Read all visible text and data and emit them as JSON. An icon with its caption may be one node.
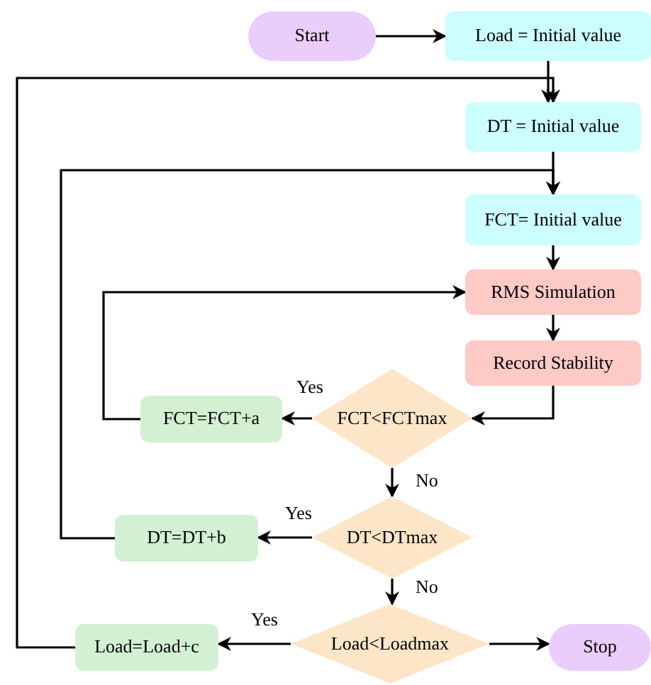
{
  "diagram": {
    "nodes": [
      {
        "text": [
          "Start"
        ]
      },
      {
        "text": [
          "Load = Initial value"
        ]
      },
      {
        "text": [
          "DT = Initial value"
        ]
      },
      {
        "text": [
          "FCT= Initial value"
        ]
      },
      {
        "text": [
          "RMS Simulation"
        ]
      },
      {
        "text": [
          "Record Stability"
        ]
      },
      {
        "text": [
          "FCT<FCTmax"
        ]
      },
      {
        "text": [
          "FCT=FCT+a"
        ]
      },
      {
        "text": [
          "DT<DTmax"
        ]
      },
      {
        "text": [
          "DT=DT+b"
        ]
      },
      {
        "text": [
          "Load<Loadmax"
        ]
      },
      {
        "text": [
          "Load=Load+c"
        ]
      },
      {
        "text": [
          "Stop"
        ]
      }
    ],
    "edges": [
      {
        "from": 0,
        "to": 1,
        "arrow": "to"
      },
      {
        "from": 1,
        "to": 2,
        "arrow": "to"
      },
      {
        "from": 2,
        "to": 3,
        "arrow": "to"
      },
      {
        "from": 3,
        "to": 4,
        "arrow": "to"
      },
      {
        "from": 4,
        "to": 5,
        "arrow": "to"
      },
      {
        "from": 5,
        "to": 6,
        "arrow": "to"
      },
      {
        "from": 6,
        "to": 7,
        "arrow": "to",
        "label": "Yes"
      },
      {
        "from": 7,
        "to": 4,
        "arrow": "to"
      },
      {
        "from": 6,
        "to": 8,
        "arrow": "to",
        "label": "No"
      },
      {
        "from": 8,
        "to": 9,
        "arrow": "to",
        "label": "Yes"
      },
      {
        "from": 9,
        "to": 3,
        "arrow": "to"
      },
      {
        "from": 8,
        "to": 10,
        "arrow": "to",
        "label": "No"
      },
      {
        "from": 10,
        "to": 11,
        "arrow": "to",
        "label": "Yes"
      },
      {
        "from": 11,
        "to": 2,
        "arrow": "to"
      },
      {
        "from": 10,
        "to": 12,
        "arrow": "to"
      }
    ]
  }
}
